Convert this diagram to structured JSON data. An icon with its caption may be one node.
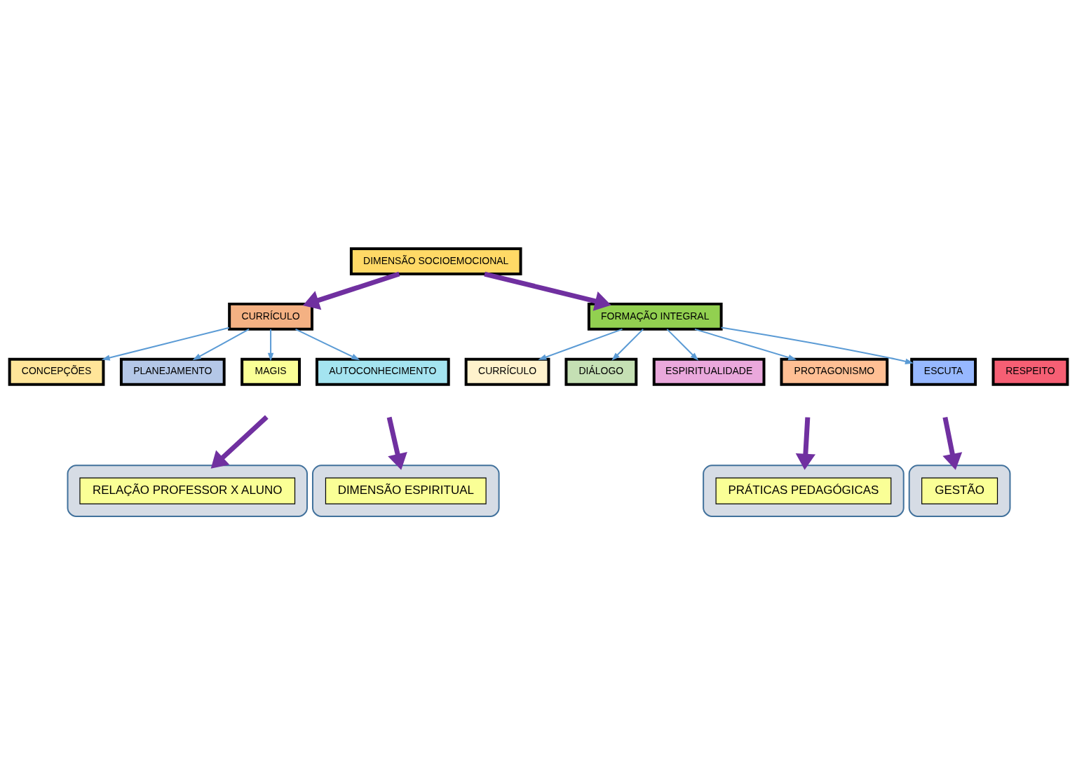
{
  "diagram": {
    "nodes": [
      {
        "text": [
          "DIMENSÃO SOCIOEMOCIONAL"
        ]
      },
      {
        "text": [
          "CURRÍCULO"
        ]
      },
      {
        "text": [
          "FORMAÇÃO INTEGRAL"
        ]
      },
      {
        "text": [
          "CONCEPÇÕES"
        ]
      },
      {
        "text": [
          "PLANEJAMENTO"
        ]
      },
      {
        "text": [
          "CURRÍCULO"
        ]
      },
      {
        "text": [
          "DIÁLOGO"
        ]
      },
      {
        "text": [
          "ESPIRITUALIDADE"
        ]
      },
      {
        "text": [
          "MAGIS"
        ]
      },
      {
        "text": [
          "AUTOCONHECIMENTO"
        ]
      },
      {
        "text": [
          "PROTAGONISMO"
        ]
      },
      {
        "text": [
          "ESCUTA"
        ]
      },
      {
        "text": [
          "RESPEITO"
        ]
      },
      {
        "text": [],
        "shape": "box"
      },
      {
        "text": [
          "RELAÇÃO PROFESSOR X ALUNO"
        ],
        "in": 13
      },
      {
        "text": [],
        "shape": "box"
      },
      {
        "text": [
          "DIMENSÃO ESPIRITUAL"
        ],
        "in": 15
      },
      {
        "text": [],
        "shape": "box"
      },
      {
        "text": [
          "PRÁTICAS PEDAGÓGICAS"
        ],
        "in": 17
      },
      {
        "text": [],
        "shape": "box"
      },
      {
        "text": [
          "GESTÃO"
        ],
        "in": 19
      }
    ],
    "edges": [
      {
        "from": 0,
        "to": 1,
        "arrow": "to",
        "style": "thick",
        "color": "#7030a0"
      },
      {
        "from": 0,
        "to": 2,
        "arrow": "to",
        "style": "thick",
        "color": "#7030a0"
      },
      {
        "from": 1,
        "to": 3,
        "arrow": "to"
      },
      {
        "from": 1,
        "to": 4,
        "arrow": "to"
      },
      {
        "from": 1,
        "to": 8,
        "arrow": "to"
      },
      {
        "from": 1,
        "to": 9,
        "arrow": "to"
      },
      {
        "from": 2,
        "to": 5,
        "arrow": "to"
      },
      {
        "from": 2,
        "to": 10,
        "arrow": "to"
      },
      {
        "from": 2,
        "to": 6,
        "arrow": "to"
      },
      {
        "from": 2,
        "to": 11,
        "arrow": "to"
      },
      {
        "from": 2,
        "to": 7,
        "arrow": "to"
      },
      {
        "from": null,
        "to": 13,
        "arrow": "to",
        "style": "thick",
        "color": "#7030a0"
      },
      {
        "from": null,
        "to": 15,
        "arrow": "to",
        "style": "thick",
        "color": "#7030a0"
      },
      {
        "from": null,
        "to": 17,
        "arrow": "to",
        "style": "thick",
        "color": "#7030a0"
      },
      {
        "from": null,
        "to": 19,
        "arrow": "to",
        "style": "thick",
        "color": "#7030a0"
      }
    ]
  }
}
